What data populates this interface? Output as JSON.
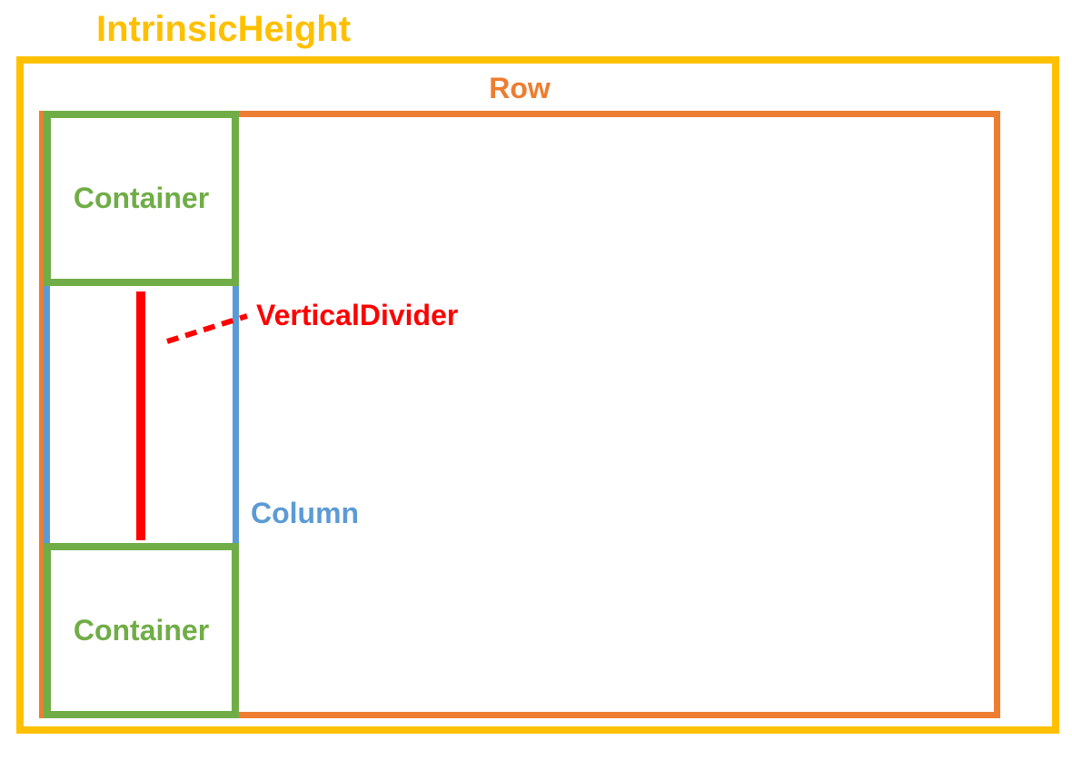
{
  "title": "IntrinsicHeight",
  "row": {
    "label": "Row"
  },
  "column": {
    "label": "Column"
  },
  "containers": {
    "top": {
      "label": "Container"
    },
    "bottom": {
      "label": "Container"
    }
  },
  "divider": {
    "label": "VerticalDivider"
  },
  "colors": {
    "gold": "#FFC000",
    "orange": "#ED7D31",
    "green": "#70AD47",
    "blue": "#5B9BD5",
    "red": "#FF0000"
  }
}
